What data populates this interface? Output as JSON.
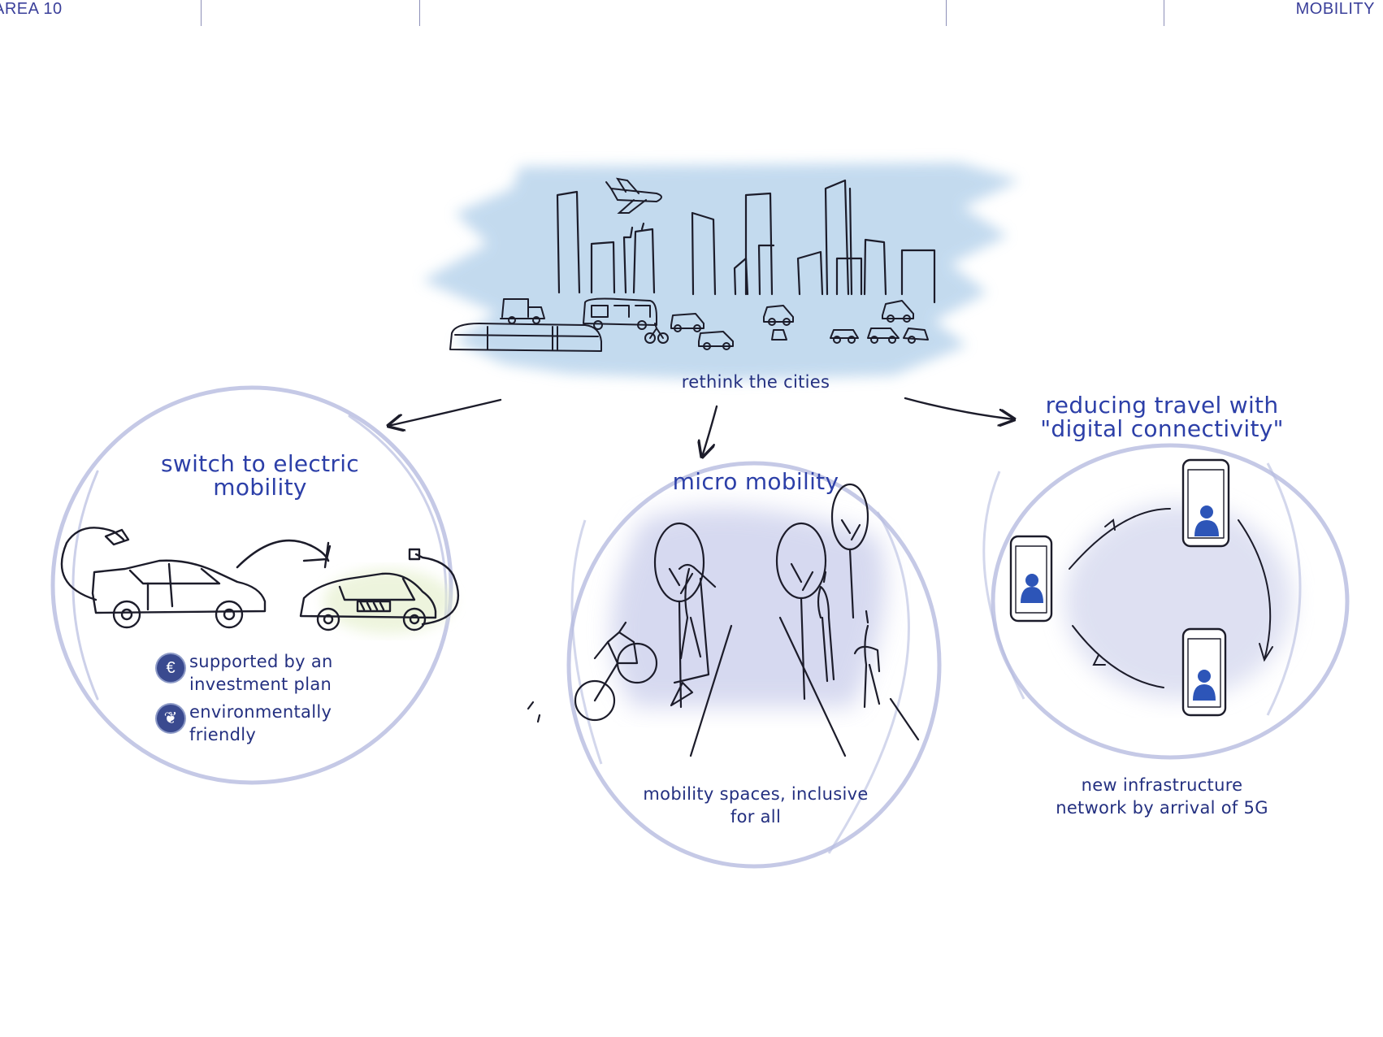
{
  "header": {
    "left_text": "AREA 10",
    "right_text": "MOBILITY"
  },
  "center": {
    "caption": "rethink the cities"
  },
  "electric": {
    "title_line1": "switch to electric",
    "title_line2": "mobility",
    "bullets": [
      {
        "icon": "euro-icon",
        "line1": "supported by an",
        "line2": "investment plan"
      },
      {
        "icon": "leaf-icon",
        "line1": "environmentally",
        "line2": "friendly"
      }
    ]
  },
  "micro": {
    "title": "micro mobility",
    "caption_line1": "mobility spaces, inclusive",
    "caption_line2": "for all"
  },
  "digital": {
    "title_line1": "reducing travel with",
    "title_line2": "\"digital connectivity\"",
    "caption_line1": "new infrastructure",
    "caption_line2": "network by arrival of 5G"
  },
  "colors": {
    "ink": "#1c1c2a",
    "accent_blue": "#2c3fa8",
    "wash_blue": "#b9d4ec",
    "circle_stroke": "#b6bce0",
    "phone_person": "#2d55b8"
  }
}
